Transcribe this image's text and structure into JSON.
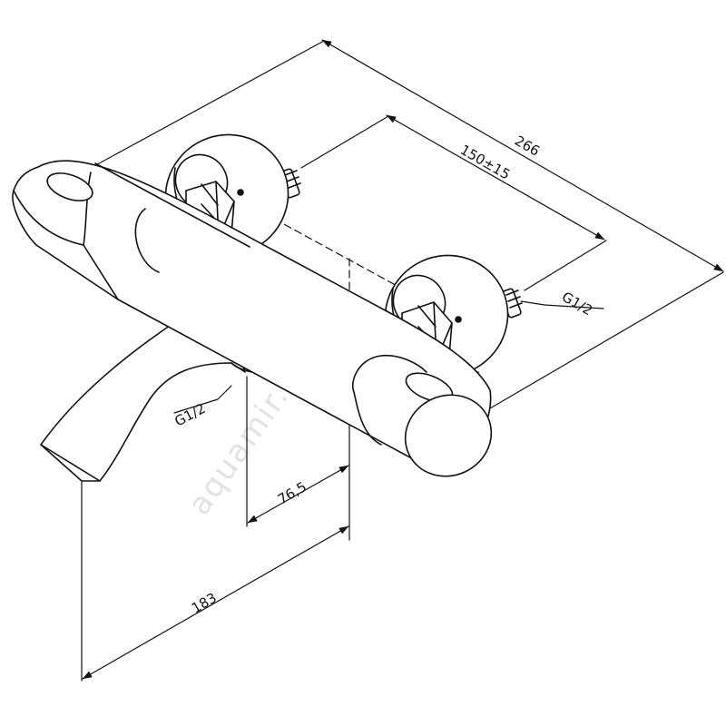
{
  "dimensions": {
    "overall_width": "266",
    "inlet_spacing": "150±15",
    "spout_reach": "183",
    "outlet_offset": "76,5"
  },
  "threads": {
    "inlet_right": "G1/2",
    "outlet_bottom": "G1/2"
  },
  "watermark": "aquamir.ru",
  "colors": {
    "line": "#111111",
    "fill": "#ffffff",
    "watermark": "#e2e2e2"
  }
}
